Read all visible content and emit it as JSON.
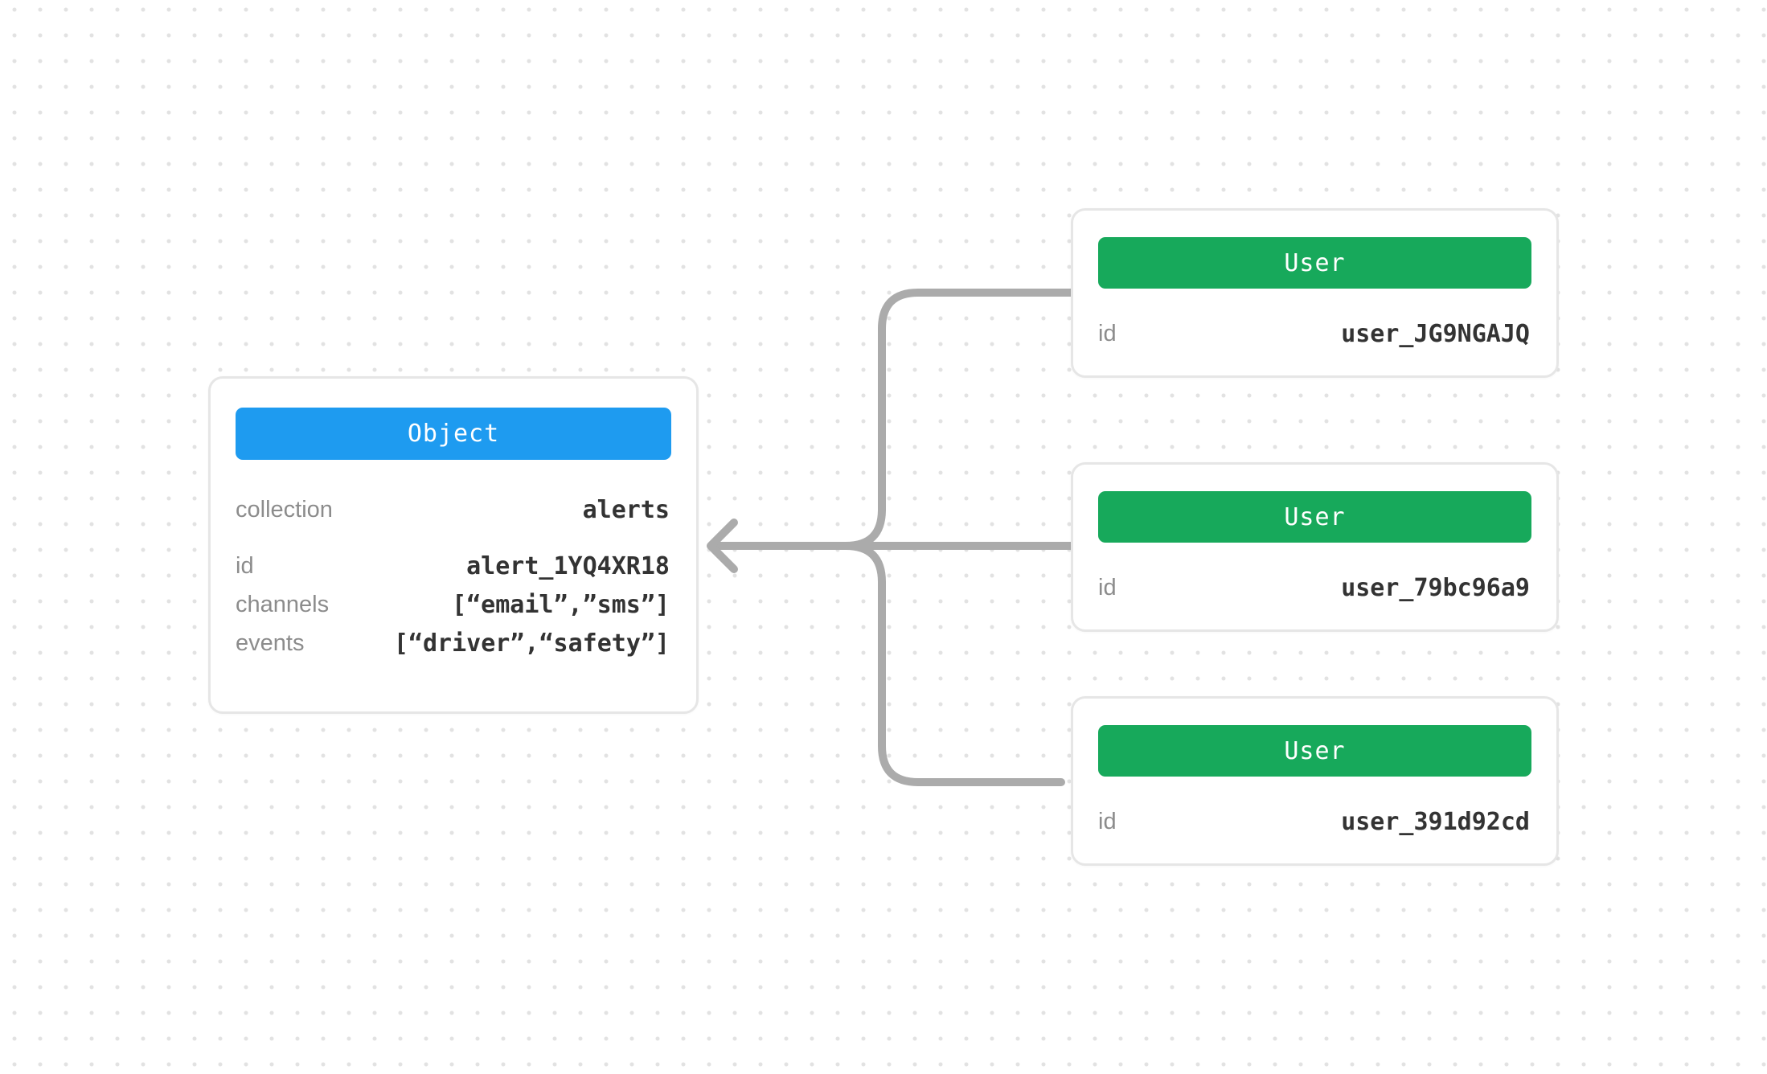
{
  "canvas": {
    "background": "#FFFFFF",
    "dot_color": "#E2E2E2"
  },
  "connector": {
    "color": "#ABABAB"
  },
  "object_card": {
    "header_label": "Object",
    "header_color": "#1E9BF0",
    "rows": [
      {
        "label": "collection",
        "value": "alerts"
      },
      {
        "label": "id",
        "value": "alert_1YQ4XR18"
      },
      {
        "label": "channels",
        "value": "[“email”,”sms”]"
      },
      {
        "label": "events",
        "value": "[“driver”,“safety”]"
      }
    ]
  },
  "user_cards": [
    {
      "header_label": "User",
      "header_color": "#17A95B",
      "rows": [
        {
          "label": "id",
          "value": "user_JG9NGAJQ"
        }
      ]
    },
    {
      "header_label": "User",
      "header_color": "#17A95B",
      "rows": [
        {
          "label": "id",
          "value": "user_79bc96a9"
        }
      ]
    },
    {
      "header_label": "User",
      "header_color": "#17A95B",
      "rows": [
        {
          "label": "id",
          "value": "user_391d92cd"
        }
      ]
    }
  ]
}
